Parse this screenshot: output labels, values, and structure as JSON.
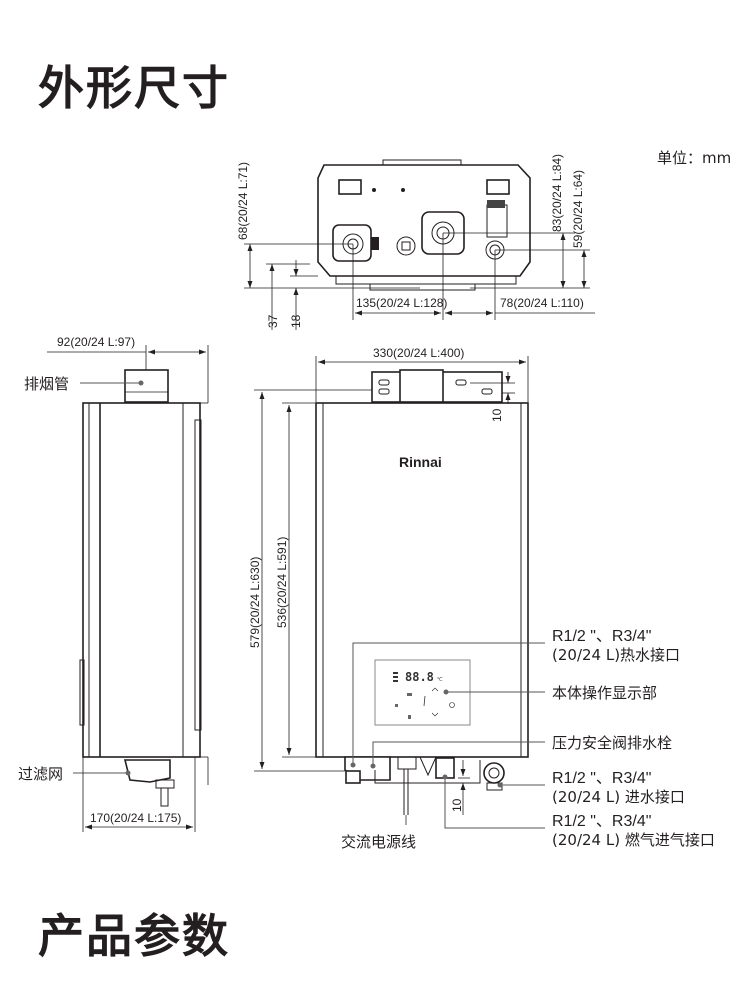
{
  "sections": {
    "dimensions_title": "外形尺寸",
    "params_title": "产品参数"
  },
  "unit_label": "单位：mm",
  "brand": "Rinnai",
  "top_view": {
    "dims": {
      "left_height": "68(20/24 L:71)",
      "right_height_1": "83(20/24 L:84)",
      "right_height_2": "59(20/24 L:64)",
      "bottom_1": "37",
      "bottom_2": "18",
      "spacing_1": "135(20/24 L:128)",
      "spacing_2": "78(20/24 L:110)"
    }
  },
  "side_view": {
    "dims": {
      "flue_offset": "92(20/24 L:97)",
      "depth": "170(20/24 L:175)"
    },
    "labels": {
      "flue": "排烟管",
      "filter": "过滤网"
    }
  },
  "front_view": {
    "dims": {
      "width": "330(20/24 L:400)",
      "total_height": "579(20/24 L:630)",
      "body_height": "536(20/24 L:591)",
      "top_offset": "10",
      "bottom_offset": "10"
    },
    "display": {
      "digits": "88.8",
      "unit": "℃"
    },
    "labels": {
      "hot_water_1": "R1/2 \"、R3/4\"",
      "hot_water_2": "(20/24 L)热水接口",
      "panel": "本体操作显示部",
      "drain": "压力安全阀排水栓",
      "cold_water_1": "R1/2 \"、R3/4\"",
      "cold_water_2": "(20/24 L) 进水接口",
      "gas_1": "R1/2 \"、R3/4\"",
      "gas_2": "(20/24 L) 燃气进气接口",
      "power": "交流电源线"
    }
  }
}
